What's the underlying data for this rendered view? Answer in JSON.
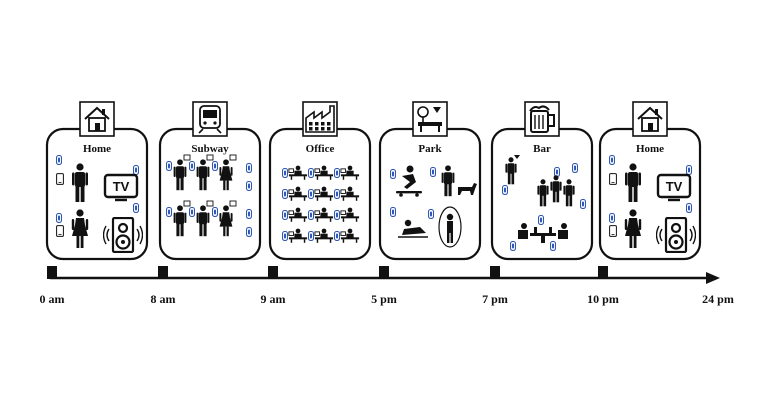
{
  "scenes": [
    {
      "label": "Home",
      "icon": "house-icon",
      "content": "home",
      "tv_text": "TV"
    },
    {
      "label": "Subway",
      "icon": "train-icon",
      "content": "subway"
    },
    {
      "label": "Office",
      "icon": "factory-icon",
      "content": "office"
    },
    {
      "label": "Park",
      "icon": "park-icon",
      "content": "park"
    },
    {
      "label": "Bar",
      "icon": "beer-icon",
      "content": "bar"
    },
    {
      "label": "Home",
      "icon": "house-icon",
      "content": "home",
      "tv_text": "TV"
    }
  ],
  "timeline": {
    "ticks": [
      "0 am",
      "8 am",
      "9 am",
      "5 pm",
      "7 pm",
      "10 pm",
      "24 pm"
    ]
  },
  "colors": {
    "device": "#2f58b5",
    "stroke": "#111111"
  }
}
